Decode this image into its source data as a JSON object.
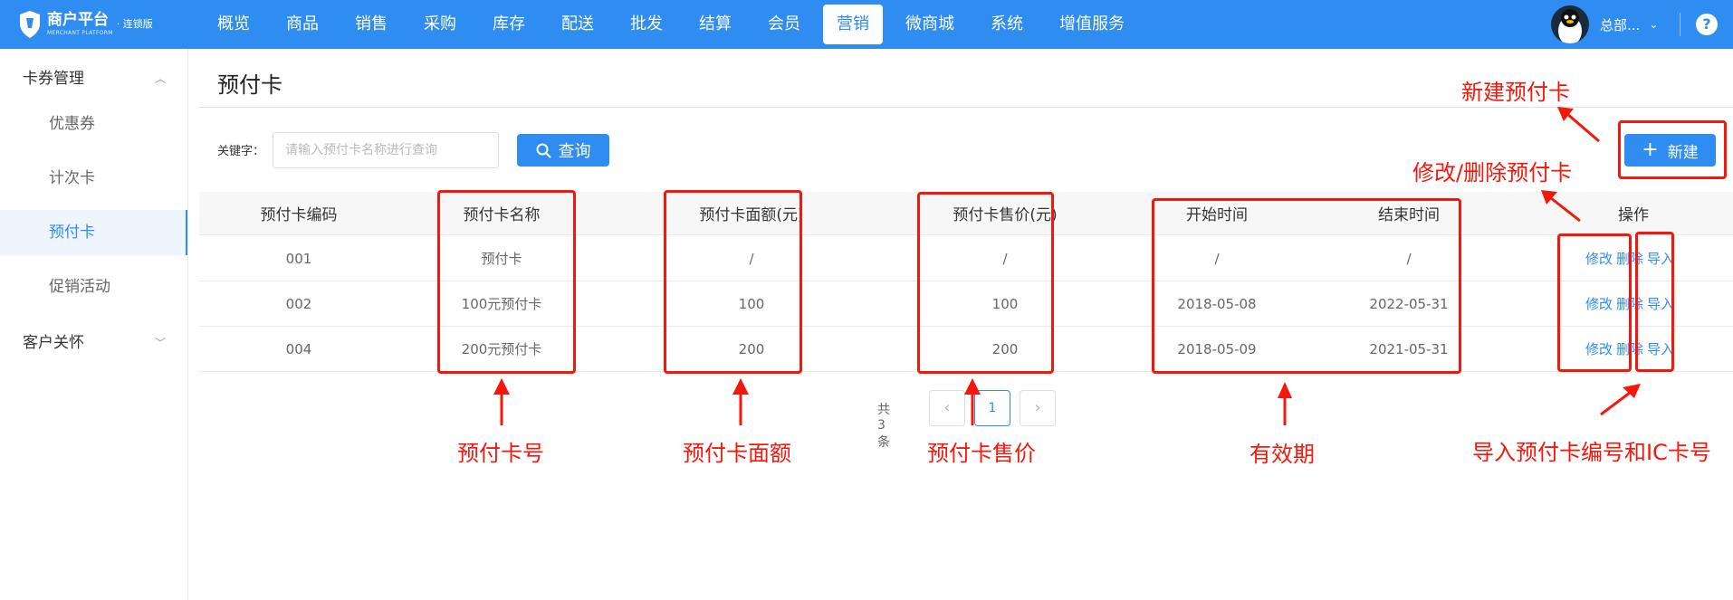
{
  "topbar": {
    "logo_title": "商户平台",
    "logo_edition": "· 连锁版",
    "logo_sub": "MERCHANT PLATFORM",
    "nav": [
      "概览",
      "商品",
      "销售",
      "采购",
      "库存",
      "配送",
      "批发",
      "结算",
      "会员",
      "营销",
      "微商城",
      "系统",
      "增值服务"
    ],
    "active_nav": "营销",
    "user_name": "总部...",
    "user_caret": "⌄",
    "help": "?",
    "accent_color": "#2f8cf0"
  },
  "sidebar": {
    "group1": {
      "label": "卡券管理",
      "arrow": "︿"
    },
    "items": [
      "优惠券",
      "计次卡",
      "预付卡",
      "促销活动"
    ],
    "active_item": "预付卡",
    "group2": {
      "label": "客户关怀",
      "arrow": "﹀"
    }
  },
  "main": {
    "title": "预付卡",
    "search": {
      "label": "关键字：",
      "placeholder": "请输入预付卡名称进行查询",
      "value": ""
    },
    "query_label": "查询",
    "new_label": "新建",
    "new_icon": "+",
    "table": {
      "columns": [
        "预付卡编码",
        "预付卡名称",
        "预付卡面额(元)",
        "预付卡售价(元)",
        "开始时间",
        "结束时间",
        "操作"
      ],
      "rows": [
        [
          "001",
          "预付卡",
          "/",
          "/",
          "/",
          "/"
        ],
        [
          "002",
          "100元预付卡",
          "100",
          "100",
          "2018-05-08",
          "2022-05-31"
        ],
        [
          "004",
          "200元预付卡",
          "200",
          "200",
          "2018-05-09",
          "2021-05-31"
        ]
      ],
      "actions": [
        "修改",
        "删除",
        "导入"
      ]
    },
    "pagination": {
      "total": "共 3 条",
      "current": "1",
      "prev": "‹",
      "next": "›"
    }
  },
  "annotations": {
    "card_no": "预付卡号",
    "face_value": "预付卡面额",
    "sale_price": "预付卡售价",
    "validity": "有效期",
    "import": "导入预付卡编号和IC卡号",
    "new_card": "新建预付卡",
    "edit_delete": "修改/删除预付卡",
    "color": "#f5170b"
  }
}
